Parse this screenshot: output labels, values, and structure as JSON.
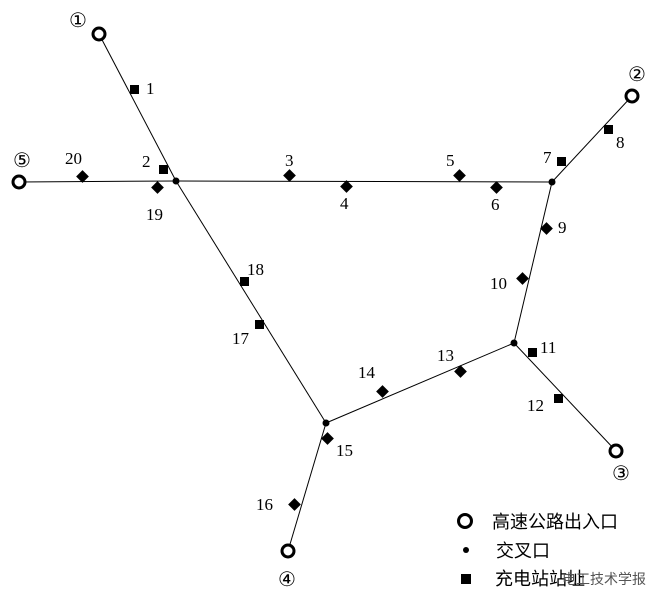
{
  "exits": [
    {
      "id": "exit-1",
      "label": "①"
    },
    {
      "id": "exit-2",
      "label": "②"
    },
    {
      "id": "exit-3",
      "label": "③"
    },
    {
      "id": "exit-4",
      "label": "④"
    },
    {
      "id": "exit-5",
      "label": "⑤"
    }
  ],
  "stations": [
    {
      "id": 1,
      "label": "1",
      "shape": "square"
    },
    {
      "id": 2,
      "label": "2",
      "shape": "square"
    },
    {
      "id": 3,
      "label": "3",
      "shape": "diamond"
    },
    {
      "id": 4,
      "label": "4",
      "shape": "diamond"
    },
    {
      "id": 5,
      "label": "5",
      "shape": "diamond"
    },
    {
      "id": 6,
      "label": "6",
      "shape": "diamond"
    },
    {
      "id": 7,
      "label": "7",
      "shape": "square"
    },
    {
      "id": 8,
      "label": "8",
      "shape": "square"
    },
    {
      "id": 9,
      "label": "9",
      "shape": "diamond"
    },
    {
      "id": 10,
      "label": "10",
      "shape": "diamond"
    },
    {
      "id": 11,
      "label": "11",
      "shape": "square"
    },
    {
      "id": 12,
      "label": "12",
      "shape": "square"
    },
    {
      "id": 13,
      "label": "13",
      "shape": "diamond"
    },
    {
      "id": 14,
      "label": "14",
      "shape": "diamond"
    },
    {
      "id": 15,
      "label": "15",
      "shape": "diamond"
    },
    {
      "id": 16,
      "label": "16",
      "shape": "diamond"
    },
    {
      "id": 17,
      "label": "17",
      "shape": "square"
    },
    {
      "id": 18,
      "label": "18",
      "shape": "square"
    },
    {
      "id": 19,
      "label": "19",
      "shape": "diamond"
    },
    {
      "id": 20,
      "label": "20",
      "shape": "diamond"
    }
  ],
  "legend": {
    "exit_label": "高速公路出入口",
    "junction_label": "交叉口",
    "station_label": "充电站站址"
  },
  "watermark": "电工技术学报"
}
